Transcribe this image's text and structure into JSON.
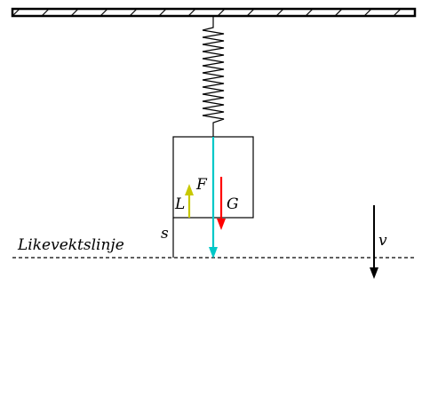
{
  "labels": {
    "equilibrium_line": "Likevektslinje",
    "displacement": "s",
    "spring_force": "F",
    "buoyancy_force": "L",
    "gravity_force": "G",
    "velocity": "v"
  },
  "colors": {
    "spring_force": "#00c8c8",
    "buoyancy_force": "#c8c800",
    "gravity_force": "#ff0000",
    "velocity": "#000000",
    "stroke": "#000000"
  }
}
